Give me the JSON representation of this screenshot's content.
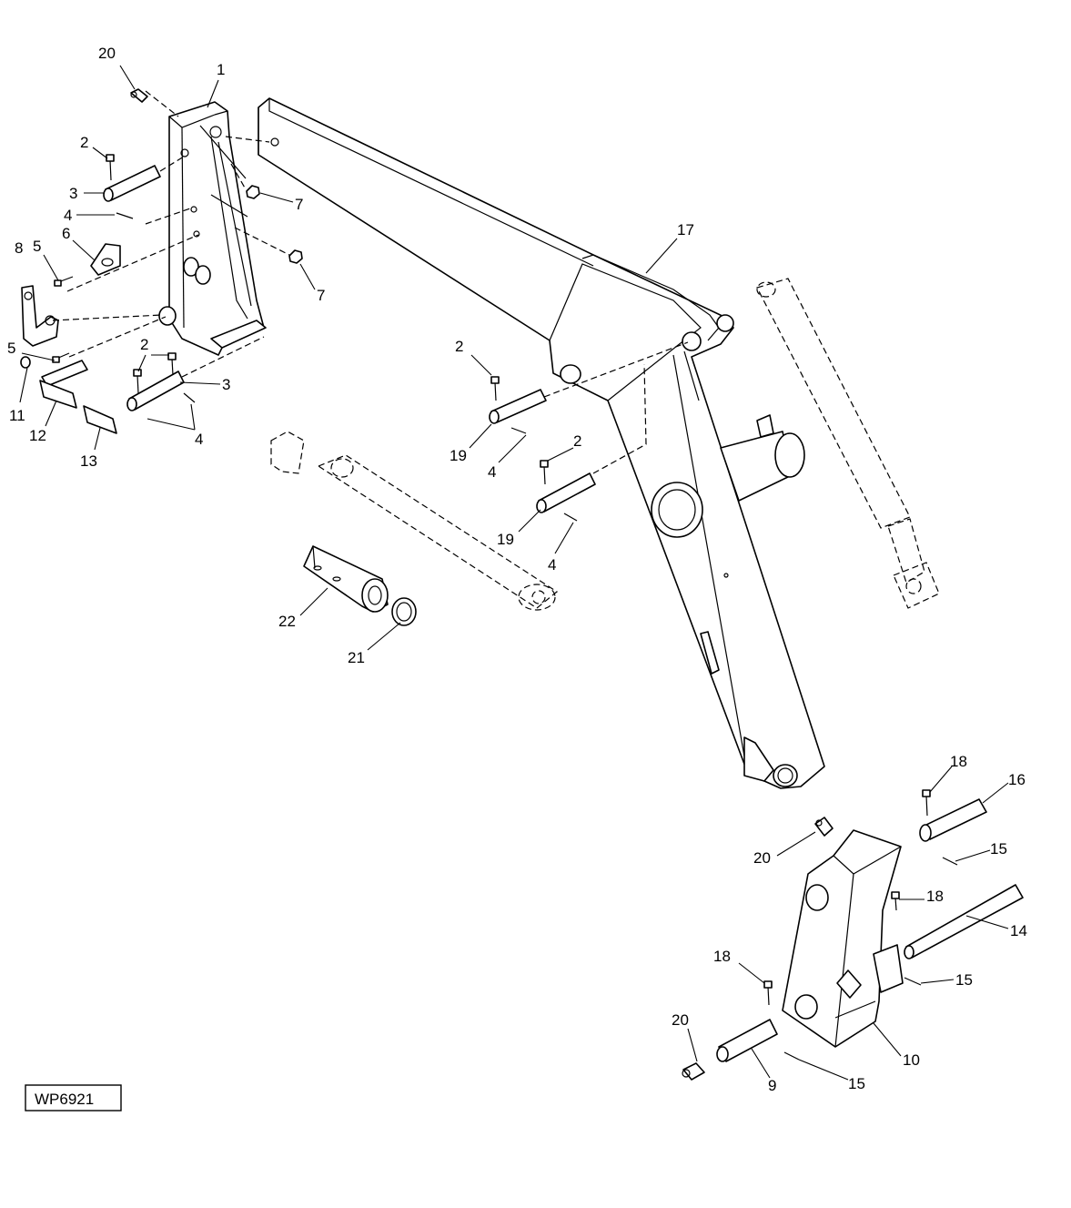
{
  "figure": {
    "reference_code": "WP6921",
    "callouts": [
      {
        "id": "c20a",
        "label": "20"
      },
      {
        "id": "c1",
        "label": "1"
      },
      {
        "id": "c2a",
        "label": "2"
      },
      {
        "id": "c3a",
        "label": "3"
      },
      {
        "id": "c7a",
        "label": "7"
      },
      {
        "id": "c4a",
        "label": "4"
      },
      {
        "id": "c8",
        "label": "8"
      },
      {
        "id": "c5a",
        "label": "5"
      },
      {
        "id": "c6",
        "label": "6"
      },
      {
        "id": "c7b",
        "label": "7"
      },
      {
        "id": "c5b",
        "label": "5"
      },
      {
        "id": "c2b",
        "label": "2"
      },
      {
        "id": "c3b",
        "label": "3"
      },
      {
        "id": "c11",
        "label": "11"
      },
      {
        "id": "c12",
        "label": "12"
      },
      {
        "id": "c13",
        "label": "13"
      },
      {
        "id": "c4b",
        "label": "4"
      },
      {
        "id": "c17",
        "label": "17"
      },
      {
        "id": "c2c",
        "label": "2"
      },
      {
        "id": "c19a",
        "label": "19"
      },
      {
        "id": "c4c",
        "label": "4"
      },
      {
        "id": "c2d",
        "label": "2"
      },
      {
        "id": "c19b",
        "label": "19"
      },
      {
        "id": "c4d",
        "label": "4"
      },
      {
        "id": "c22",
        "label": "22"
      },
      {
        "id": "c21",
        "label": "21"
      },
      {
        "id": "c18a",
        "label": "18"
      },
      {
        "id": "c16",
        "label": "16"
      },
      {
        "id": "c20b",
        "label": "20"
      },
      {
        "id": "c15a",
        "label": "15"
      },
      {
        "id": "c18b",
        "label": "18"
      },
      {
        "id": "c14",
        "label": "14"
      },
      {
        "id": "c18c",
        "label": "18"
      },
      {
        "id": "c15b",
        "label": "15"
      },
      {
        "id": "c20c",
        "label": "20"
      },
      {
        "id": "c10",
        "label": "10"
      },
      {
        "id": "c15c",
        "label": "15"
      },
      {
        "id": "c9",
        "label": "9"
      }
    ]
  }
}
